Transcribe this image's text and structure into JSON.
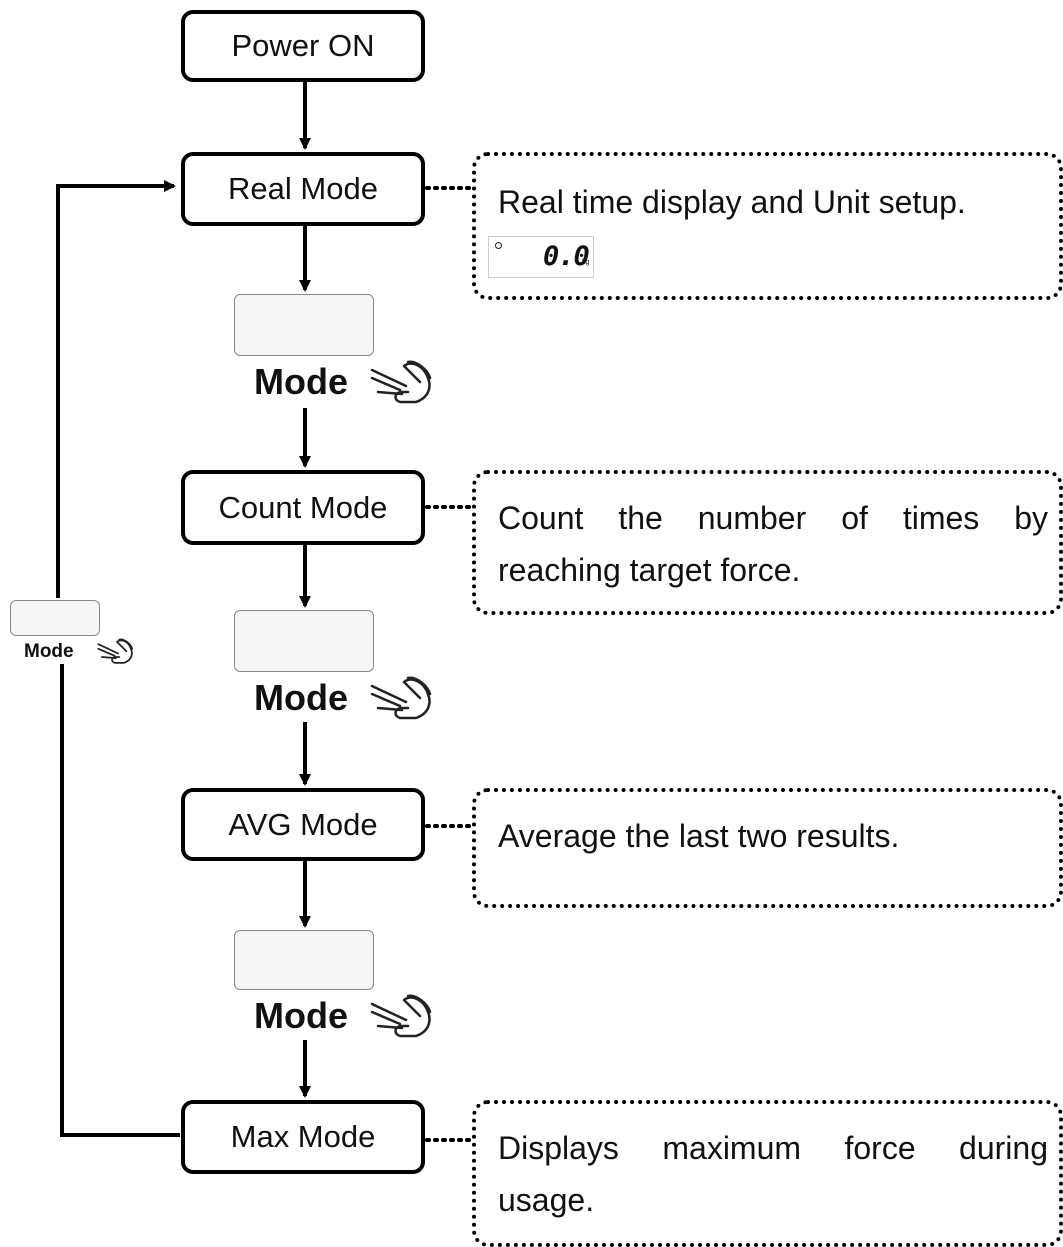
{
  "nodes": {
    "power_on": "Power ON",
    "real_mode": "Real Mode",
    "count_mode": "Count Mode",
    "avg_mode": "AVG Mode",
    "max_mode": "Max Mode"
  },
  "notes": {
    "real": "Real time display and Unit setup.",
    "count": "Count the number of times by reaching target force.",
    "avg": "Average the last two results.",
    "max": "Displays maximum force during usage."
  },
  "lcd": {
    "value": "0.0",
    "unit": "kg"
  },
  "mode_button": {
    "label": "Mode"
  },
  "icons": {
    "press": "hand-pointer-icon"
  }
}
